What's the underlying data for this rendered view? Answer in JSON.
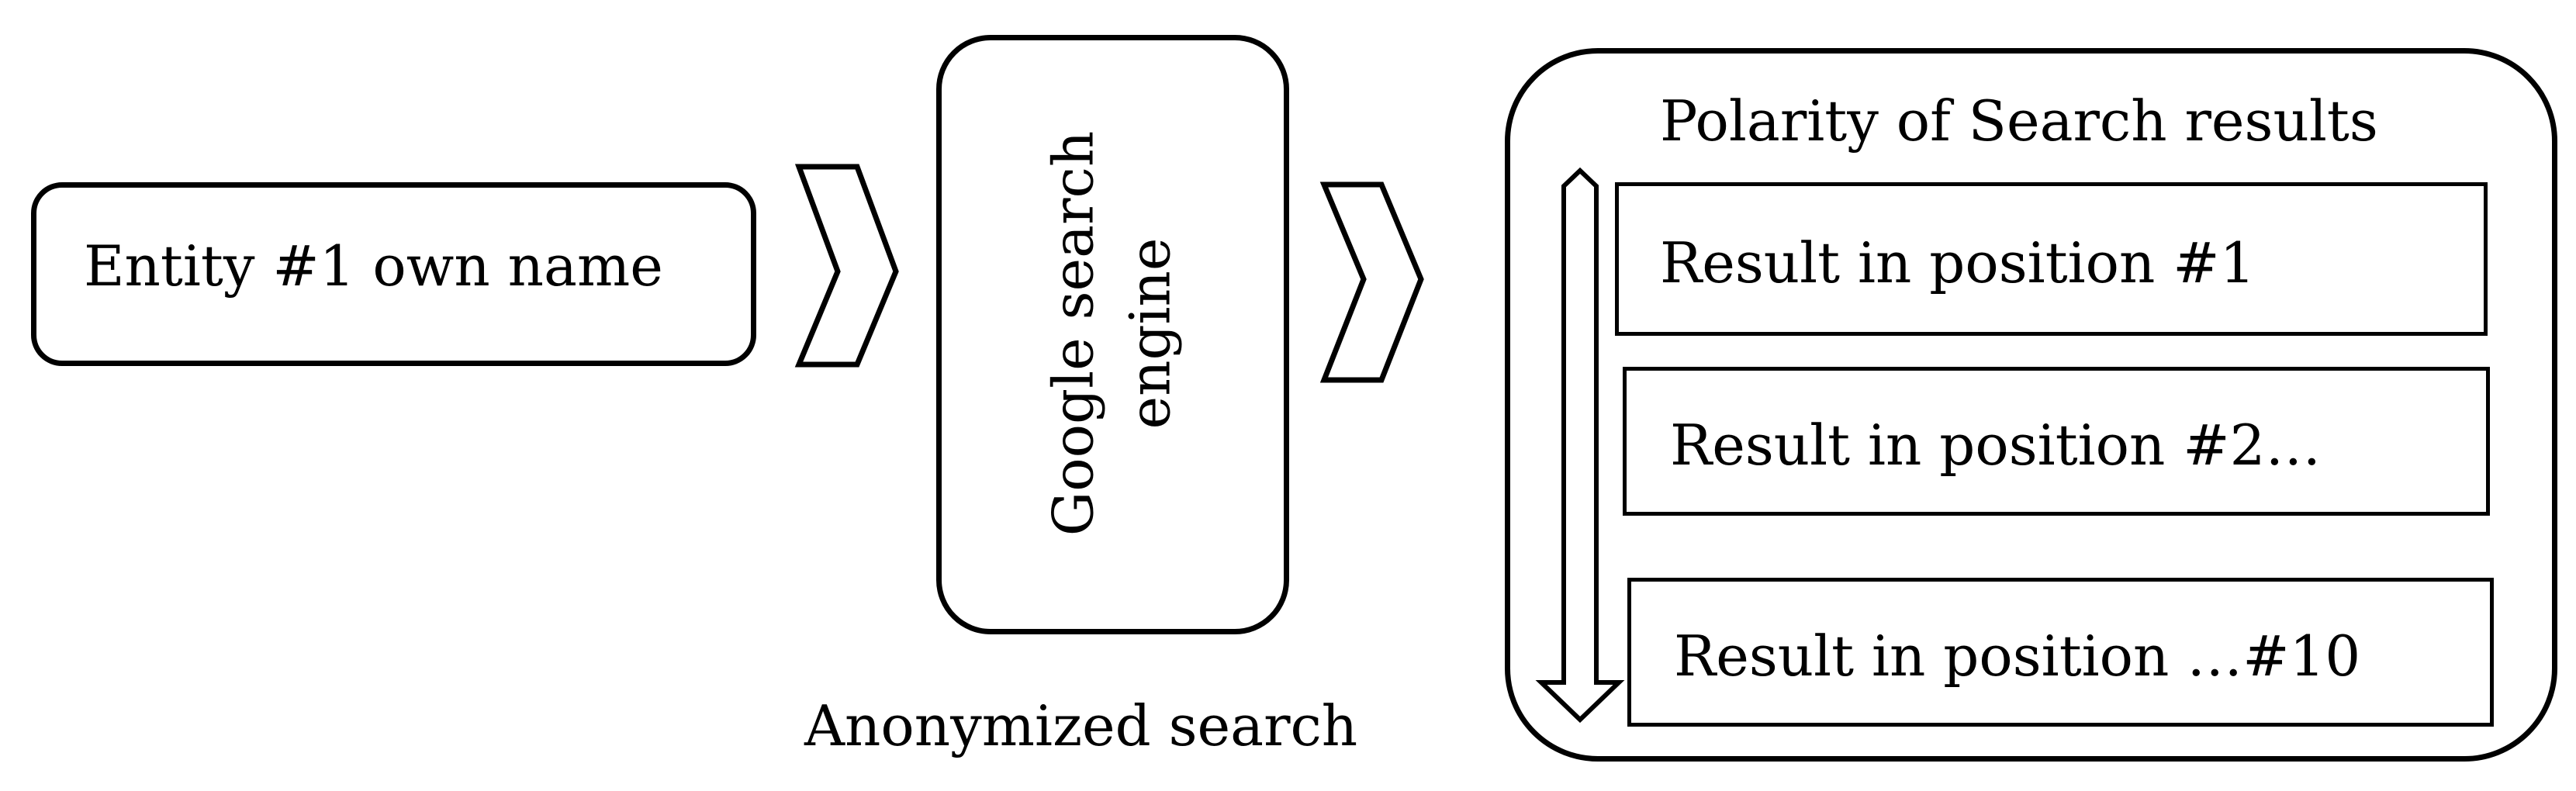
{
  "entity": {
    "label": "Entity #1 own name"
  },
  "engine": {
    "line1": "Google search",
    "line2": "engine"
  },
  "anonymized": {
    "label": "Anonymized search"
  },
  "results": {
    "title": "Polarity of Search results",
    "items": [
      {
        "label": "Result in position #1"
      },
      {
        "label": "Result in position #2…"
      },
      {
        "label": "Result in position …#10"
      }
    ]
  }
}
